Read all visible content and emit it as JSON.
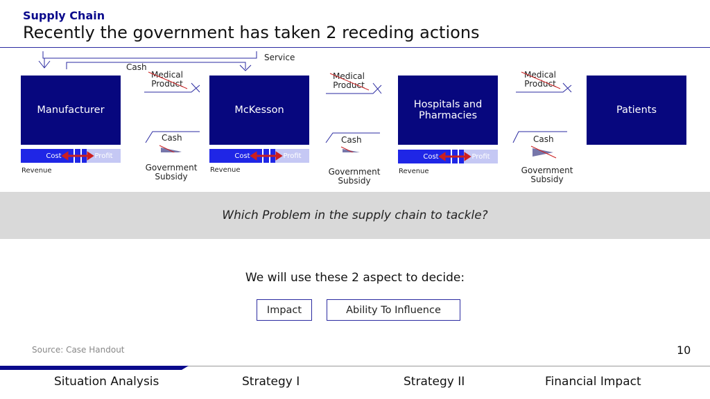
{
  "header": {
    "section": "Supply Chain",
    "title": "Recently the government has taken 2 receding actions"
  },
  "diagram": {
    "service_label": "Service",
    "cash_top_label": "Cash",
    "entities": [
      {
        "label": "Manufacturer"
      },
      {
        "label": "McKesson"
      },
      {
        "label": "Hospitals and Pharmacies"
      },
      {
        "label": "Patients"
      }
    ],
    "bars": {
      "cost": "Cost",
      "profit": "Profit",
      "revenue": "Revenue"
    },
    "links": [
      {
        "product": "Medical Product",
        "cash": "Cash",
        "subsidy": "Government Subsidy"
      },
      {
        "product": "Medical Product",
        "cash": "Cash",
        "subsidy": "Government Subsidy"
      },
      {
        "product": "Medical Product",
        "cash": "Cash",
        "subsidy": "Government Subsidy"
      }
    ]
  },
  "question": "Which Problem in the supply chain to tackle?",
  "decide_text": "We will use these 2 aspect to decide:",
  "aspects": [
    "Impact",
    "Ability To Influence"
  ],
  "source": "Source: Case Handout",
  "page_number": "10",
  "nav": {
    "items": [
      "Situation Analysis",
      "Strategy I",
      "Strategy II",
      "Financial Impact"
    ],
    "active_index": 0
  },
  "colors": {
    "box": "#07077e",
    "cost": "#1f26e6",
    "profit": "#c5c8f4",
    "accent_red": "#cc1f1f"
  }
}
